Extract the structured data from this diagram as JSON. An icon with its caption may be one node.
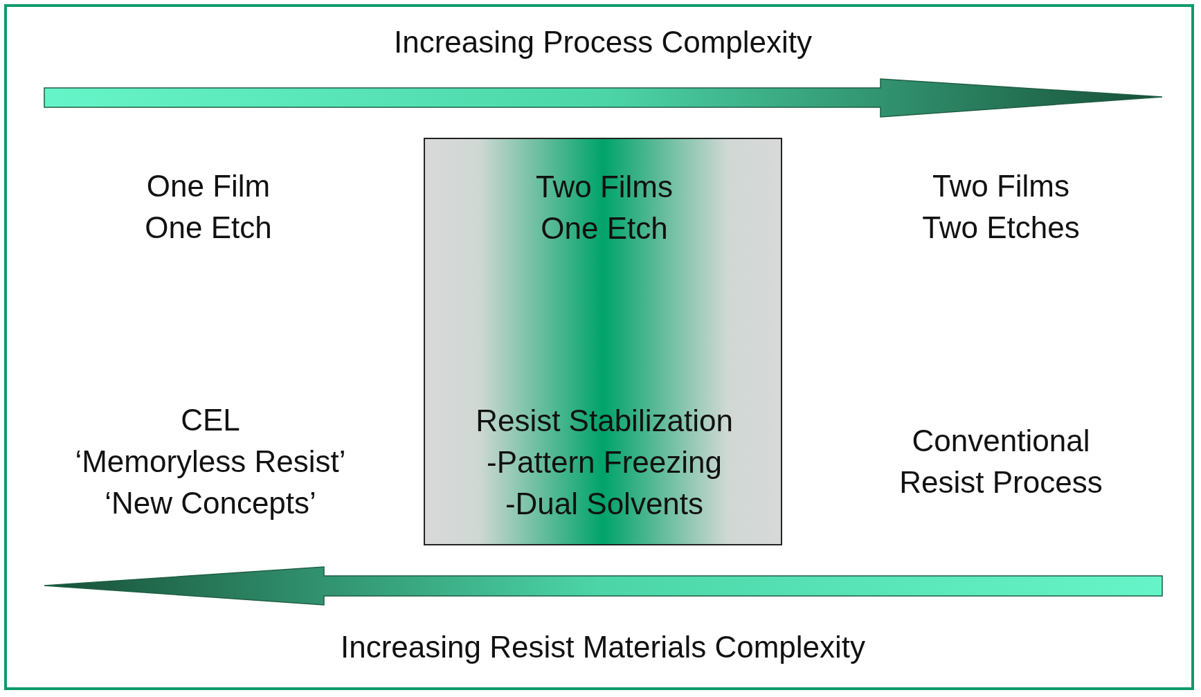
{
  "diagram": {
    "nodes": [
      {
        "text": [
          "Two Films One Etch",
          "Resist Stabilization -Pattern Freezing -Dual Solvents"
        ]
      }
    ],
    "labels": [
      "Increasing Process Complexity",
      "One Film One Etch",
      "Two Films Two Etches",
      "CEL ‘Memoryless Resist’ ‘New Concepts’",
      "Conventional Resist Process",
      "Increasing Resist Materials Complexity"
    ]
  }
}
